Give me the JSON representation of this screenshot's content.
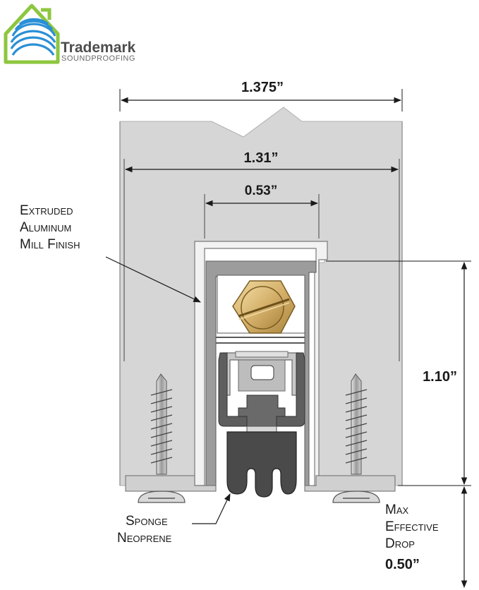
{
  "brand": {
    "name": "Trademark",
    "tagline": "SOUNDPROOFING",
    "logo_icon": "house-sound-waves-icon",
    "logo_green": "#8dc63f",
    "logo_blue": "#2a8fd6"
  },
  "dimensions": {
    "overall_width": "1.375”",
    "inner_width": "1.31”",
    "channel_width": "0.53”",
    "height": "1.10”"
  },
  "callouts": {
    "material": [
      "Extruded",
      "Aluminum",
      "Mill Finish"
    ],
    "seal": [
      "Sponge",
      "Neoprene"
    ],
    "drop": [
      "Max",
      "Effective",
      "Drop"
    ],
    "drop_value": "0.50”"
  },
  "colors": {
    "aluminum": "#d4d4d4",
    "brass": "#d4b06a",
    "neoprene": "#5e5e5e",
    "line": "#1a1a1a"
  }
}
